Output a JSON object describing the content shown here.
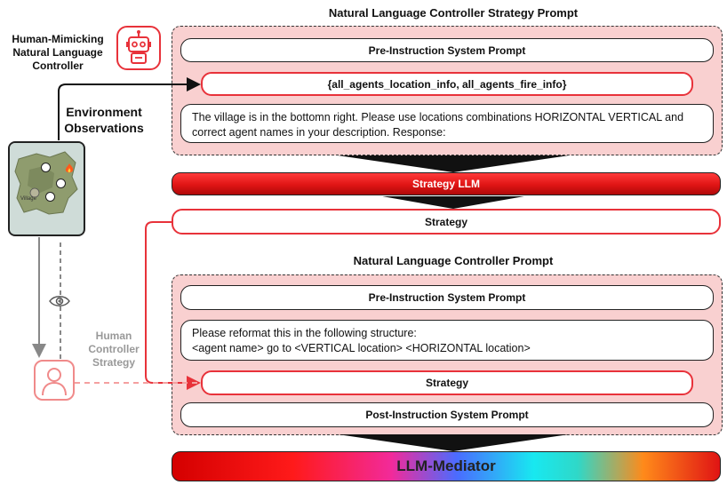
{
  "top_panel": {
    "title": "Natural Language Controller Strategy Prompt",
    "pre_instruction": "Pre-Instruction System Prompt",
    "observation_vars": "{all_agents_location_info, all_agents_fire_info}",
    "instruction_line1": "The village is in the bottomn right. Please use locations combinations HORIZONTAL VERTICAL and",
    "instruction_line2": "correct agent names in your description. Response:"
  },
  "strategy_llm": "Strategy LLM",
  "strategy_output": "Strategy",
  "bottom_panel": {
    "title": "Natural Language Controller Prompt",
    "pre_instruction": "Pre-Instruction System Prompt",
    "reformat_line1": "Please reformat this in the following structure:",
    "reformat_line2": "<agent name> go to <VERTICAL location> <HORIZONTAL location>",
    "strategy": "Strategy",
    "post_instruction": "Post-Instruction System Prompt"
  },
  "llm_mediator": "LLM-Mediator",
  "left": {
    "robot_label_line1": "Human-Mimicking",
    "robot_label_line2": "Natural Language",
    "robot_label_line3": "Controller",
    "env_label_line1": "Environment",
    "env_label_line2": "Observations",
    "map_village_label": "Village",
    "human_label_line1": "Human",
    "human_label_line2": "Controller",
    "human_label_line3": "Strategy"
  },
  "icons": {
    "robot": "robot-icon",
    "eye": "eye-icon",
    "human": "person-icon",
    "map": "map-thumbnail",
    "fire": "fire-icon",
    "drone": "drone-icon"
  },
  "colors": {
    "accent_red": "#e8323a",
    "panel_pink": "#f9d0d0",
    "human_faded": "#f08a8a"
  }
}
